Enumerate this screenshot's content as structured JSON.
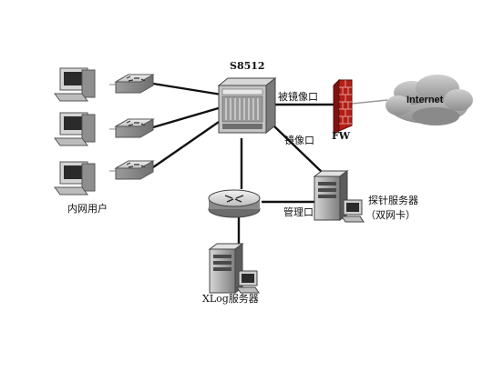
{
  "labels": {
    "core_switch": "S8512",
    "mirrored_port": "被镜像口",
    "mirror_port": "镜像口",
    "firewall": "FW",
    "internet": "Internet",
    "internal_users": "内网用户",
    "management_port": "管理口",
    "probe_server": "探针服务器",
    "probe_server_note": "（双网卡）",
    "xlog_server": "XLog服务器"
  },
  "colors": {
    "line": "#111111",
    "cloud": "#9a9a9a",
    "firewall": "#c8261e",
    "device": "#b8b8b8"
  },
  "icons": [
    "pc-icon",
    "switch-icon",
    "router-icon",
    "firewall-icon",
    "cloud-icon",
    "server-icon",
    "chassis-switch-icon"
  ]
}
